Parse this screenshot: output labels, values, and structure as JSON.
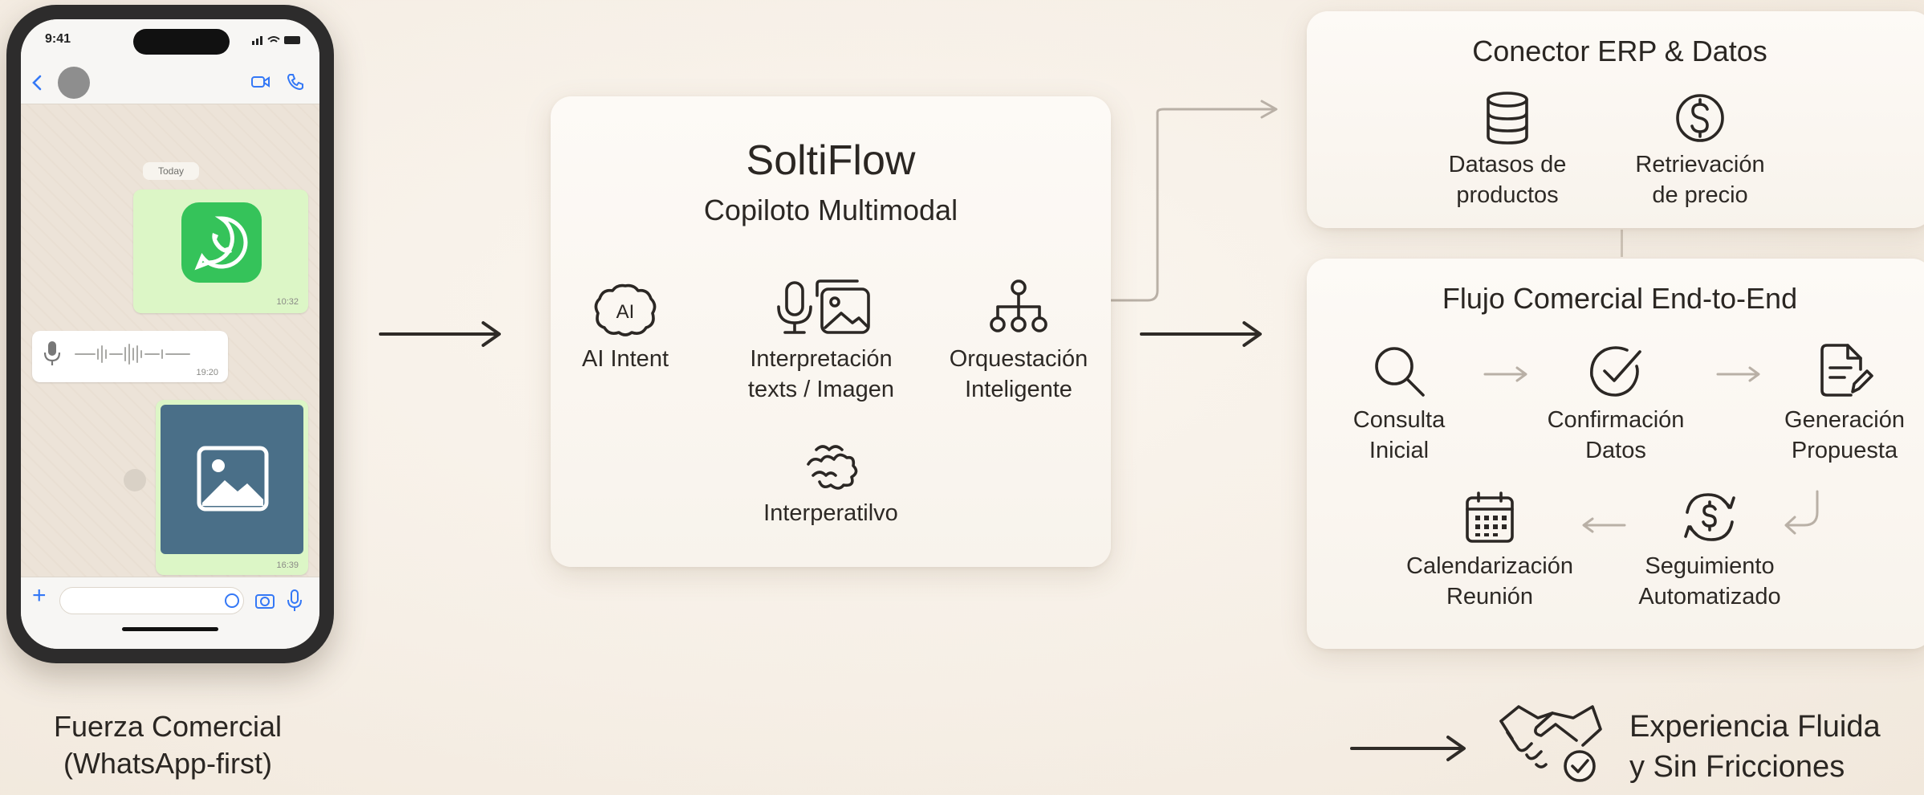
{
  "phone": {
    "time": "9:41",
    "date_chip": "Today",
    "msg1_time": "10:32",
    "msg2_time": "19:20",
    "msg3_time": "16:39",
    "caption_line1": "Fuerza Comercial",
    "caption_line2": "(WhatsApp-first)"
  },
  "copilot": {
    "title": "SoltiFlow",
    "subtitle": "Copiloto Multimodal",
    "ai_badge": "AI",
    "features": [
      {
        "line1": "AI Intent",
        "line2": "",
        "icon": "ai-brain-icon"
      },
      {
        "line1": "Interpretación",
        "line2": "texts / Imagen",
        "icon": "mic-image-icon"
      },
      {
        "line1": "Orquestación",
        "line2": "Inteligente",
        "icon": "hierarchy-icon"
      },
      {
        "line1": "Interperatilvo",
        "line2": "",
        "icon": "scribble-icon"
      }
    ]
  },
  "erp": {
    "title": "Conector ERP & Datos",
    "items": [
      {
        "line1": "Datasos de",
        "line2": "productos",
        "icon": "database-icon"
      },
      {
        "line1": "Retrievación",
        "line2": "de precio",
        "icon": "dollar-icon"
      }
    ]
  },
  "flow": {
    "title": "Flujo Comercial End-to-End",
    "steps": [
      {
        "line1": "Consulta",
        "line2": "Inicial",
        "icon": "search-icon"
      },
      {
        "line1": "Confirmación",
        "line2": "Datos",
        "icon": "check-circle-icon"
      },
      {
        "line1": "Generación",
        "line2": "Propuesta",
        "icon": "document-pen-icon"
      },
      {
        "line1": "Seguimiento",
        "line2": "Automatizado",
        "icon": "dollar-refresh-icon"
      },
      {
        "line1": "Calendarización",
        "line2": "Reunión",
        "icon": "calendar-icon"
      }
    ]
  },
  "experience": {
    "line1": "Experiencia Fluida",
    "line2": "y Sin Fricciones",
    "icon": "handshake-check-icon"
  },
  "colors": {
    "background": "#f6efe6",
    "card": "#fbf7f2",
    "whatsapp_green": "#35c35a",
    "bubble_green": "#dcf6c6",
    "image_tile": "#4a6f88"
  }
}
